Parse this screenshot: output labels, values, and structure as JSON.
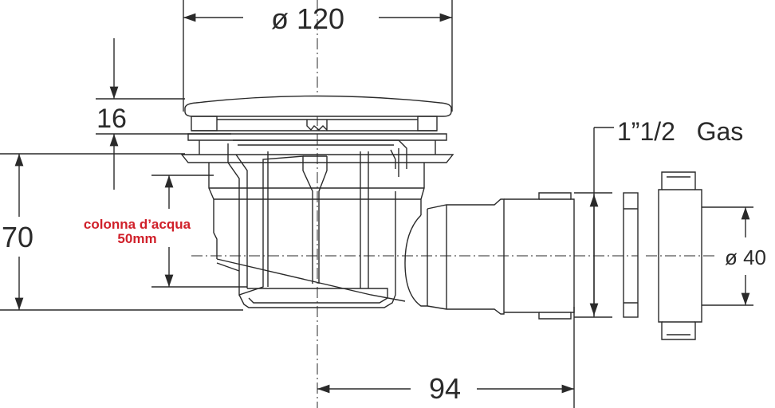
{
  "dimensions": {
    "top_diameter": "ø 120",
    "cap_height": "16",
    "overall_height": "70",
    "horizontal_offset": "94",
    "outlet_diameter": "ø 40",
    "thread": "1”1/2   Gas"
  },
  "annotation": {
    "line1": "colonna d’acqua",
    "line2": "50mm"
  },
  "colors": {
    "line": "#2a2a2a",
    "annotation": "#d0202a",
    "background": "#ffffff"
  }
}
